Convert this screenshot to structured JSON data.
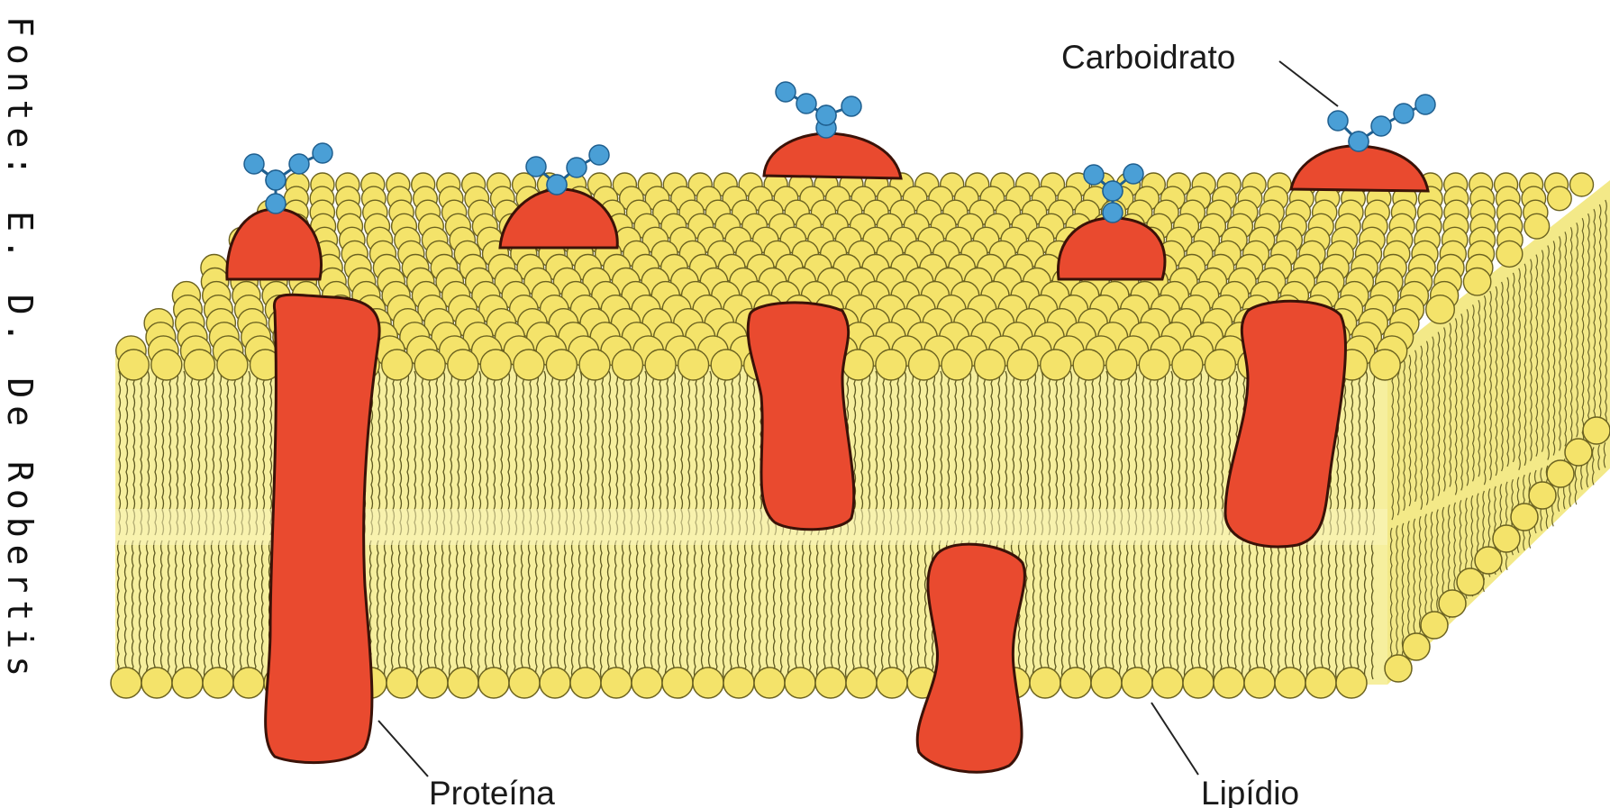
{
  "source": "Fonte: E. D. De Robertis",
  "labels": {
    "carbohydrate": "Carboidrato",
    "protein": "Proteína",
    "lipid": "Lipídio"
  },
  "colors": {
    "lipid_head": "#f4e36a",
    "lipid_head_stroke": "#6b6220",
    "lipid_tail_fill": "#f6ef9e",
    "protein": "#e94a2f",
    "protein_stroke": "#3a1208",
    "carbohydrate": "#4a9fd6",
    "carbohydrate_stroke": "#1f5f8f"
  }
}
